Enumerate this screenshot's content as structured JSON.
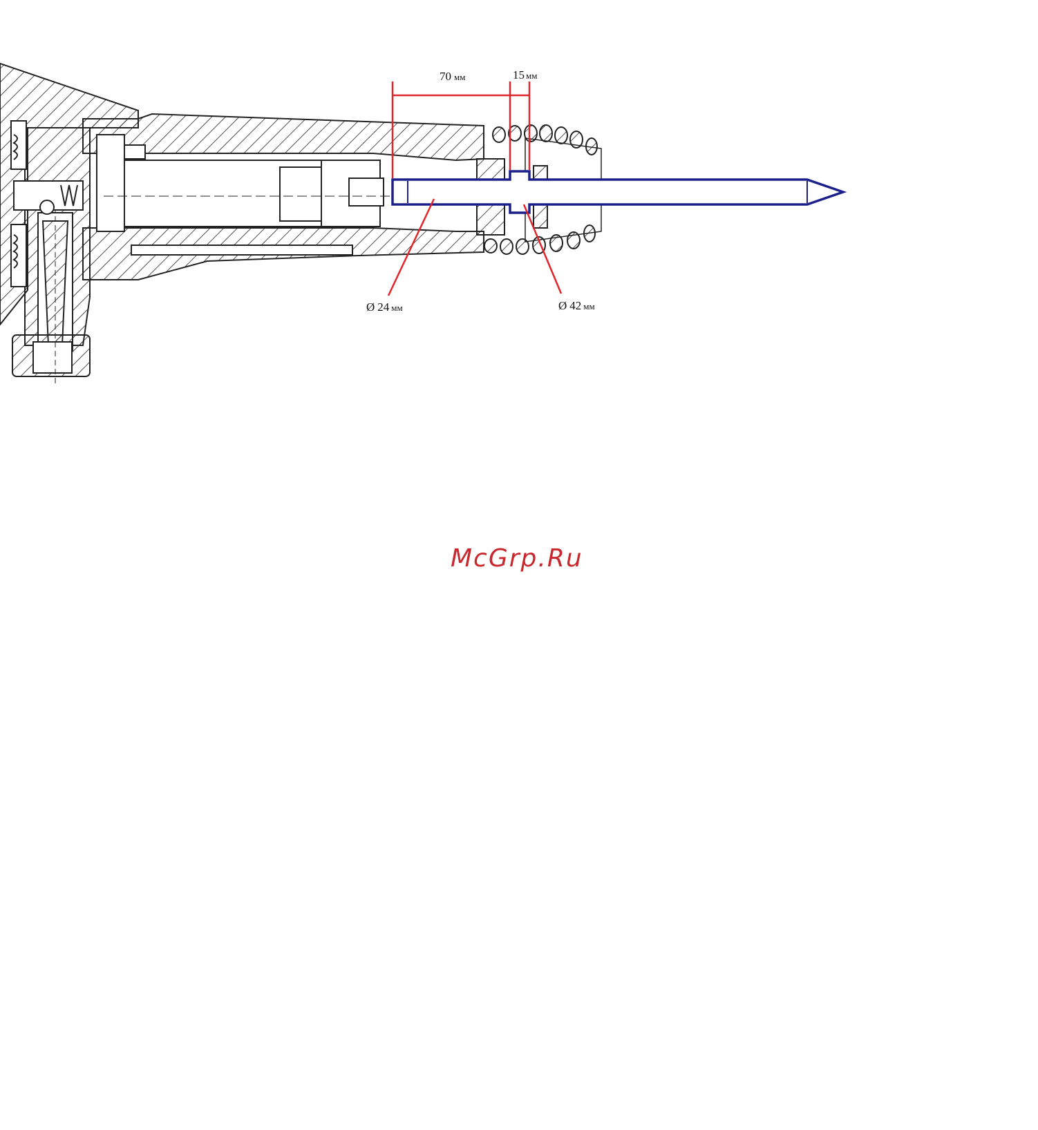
{
  "colors": {
    "drawing": "#222222",
    "chisel": "#1b1f8a",
    "dimension": "#e0252b",
    "watermark": "#c8282e"
  },
  "dimensions": {
    "length_70": {
      "value": "70",
      "unit": "мм"
    },
    "length_15": {
      "value": "15",
      "unit": "мм"
    },
    "diameter_24": {
      "symbol": "Ø",
      "value": "24",
      "unit": "мм"
    },
    "diameter_42": {
      "symbol": "Ø",
      "value": "42",
      "unit": "мм"
    }
  },
  "watermark": {
    "text": "McGrp.Ru"
  }
}
